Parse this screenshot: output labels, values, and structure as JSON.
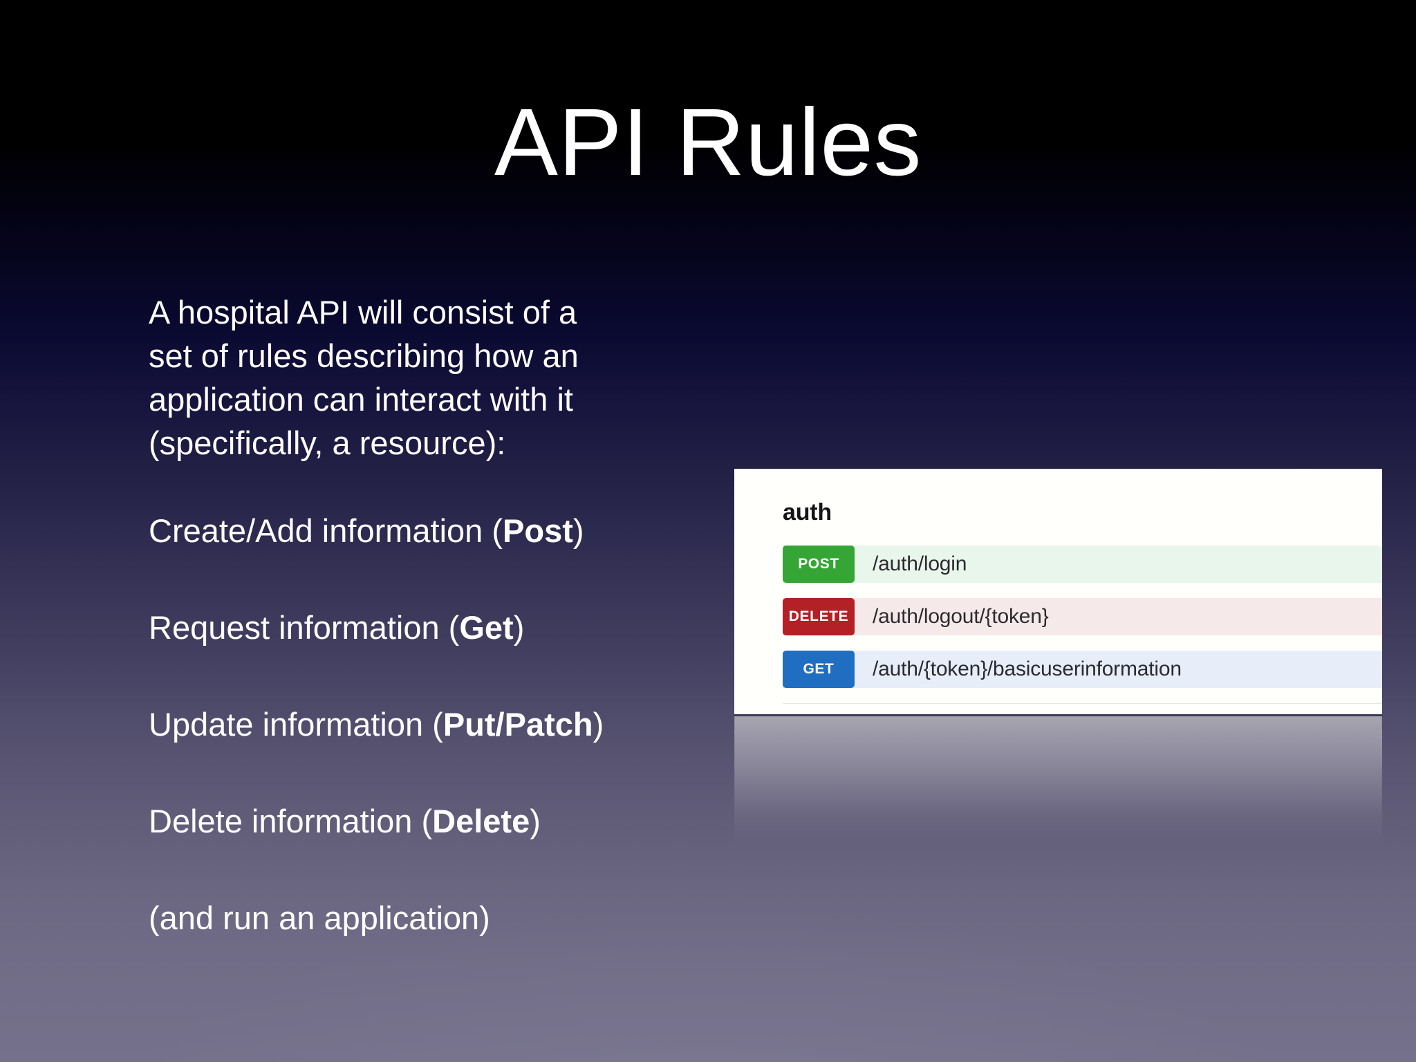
{
  "slide": {
    "title": "API Rules",
    "background_colors": {
      "top": "#000000",
      "mid": "#2d2a4f",
      "bottom": "#75718c"
    },
    "text_color": "#ffffff"
  },
  "body": {
    "intro_lines": [
      "A hospital API will consist of a",
      "set of rules describing how an",
      "application can interact with it",
      "(specifically, a resource):"
    ],
    "bullets": [
      {
        "prefix": "Create/Add information (",
        "strong": "Post",
        "suffix": ")"
      },
      {
        "prefix": "Request information (",
        "strong": "Get",
        "suffix": ")"
      },
      {
        "prefix": "Update information (",
        "strong": "Put/Patch",
        "suffix": ")"
      },
      {
        "prefix": "Delete information (",
        "strong": "Delete",
        "suffix": ")"
      }
    ],
    "closing": "(and run an application)"
  },
  "api_panel": {
    "group_title": "auth",
    "rows": [
      {
        "method": "POST",
        "path": "/auth/login",
        "badge_color": "#35a635",
        "row_color": "#e9f6ec"
      },
      {
        "method": "DELETE",
        "path": "/auth/logout/{token}",
        "badge_color": "#b32025",
        "row_color": "#f6e9e9"
      },
      {
        "method": "GET",
        "path": "/auth/{token}/basicuserinformation",
        "badge_color": "#1f6ec2",
        "row_color": "#e7eef9"
      }
    ]
  }
}
